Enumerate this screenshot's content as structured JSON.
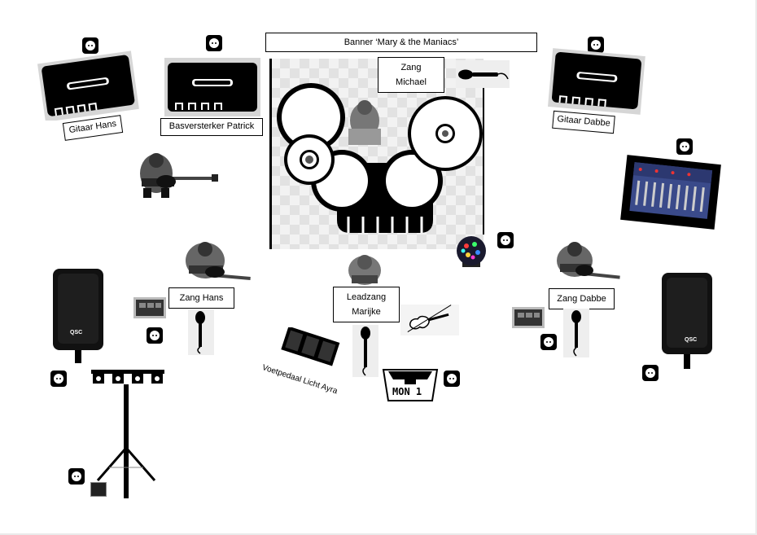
{
  "labels": {
    "banner": "Banner ‘Mary & the Maniacs’",
    "gitaar_hans": "Gitaar Hans",
    "basversterker_patrick": "Basversterker Patrick",
    "zang_michael_line1": "Zang",
    "zang_michael_line2": "Michael",
    "gitaar_dabbe": "Gitaar Dabbe",
    "zang_hans": "Zang Hans",
    "leadzang_line1": "Leadzang",
    "leadzang_line2": "Marijke",
    "zang_dabbe": "Zang Dabbe",
    "voetpedaal": "Voetpedaal Licht Ayra",
    "monitor": "MON 1",
    "speaker_brand": "QSC"
  },
  "icons": {
    "outlet": "power-outlet-icon",
    "amp": "guitar-amp-icon",
    "drums": "drum-kit-icon",
    "mixer": "mixing-console-icon",
    "speaker": "pa-speaker-icon",
    "mic": "microphone-icon",
    "guitarist": "guitarist-icon",
    "light": "light-bar-icon",
    "discoball": "disco-light-icon",
    "violin": "violin-icon",
    "pedal": "foot-pedal-icon",
    "wedge": "monitor-wedge-icon"
  },
  "colors": {
    "ink": "#000000",
    "mixer_blue": "#3a4a8a"
  }
}
